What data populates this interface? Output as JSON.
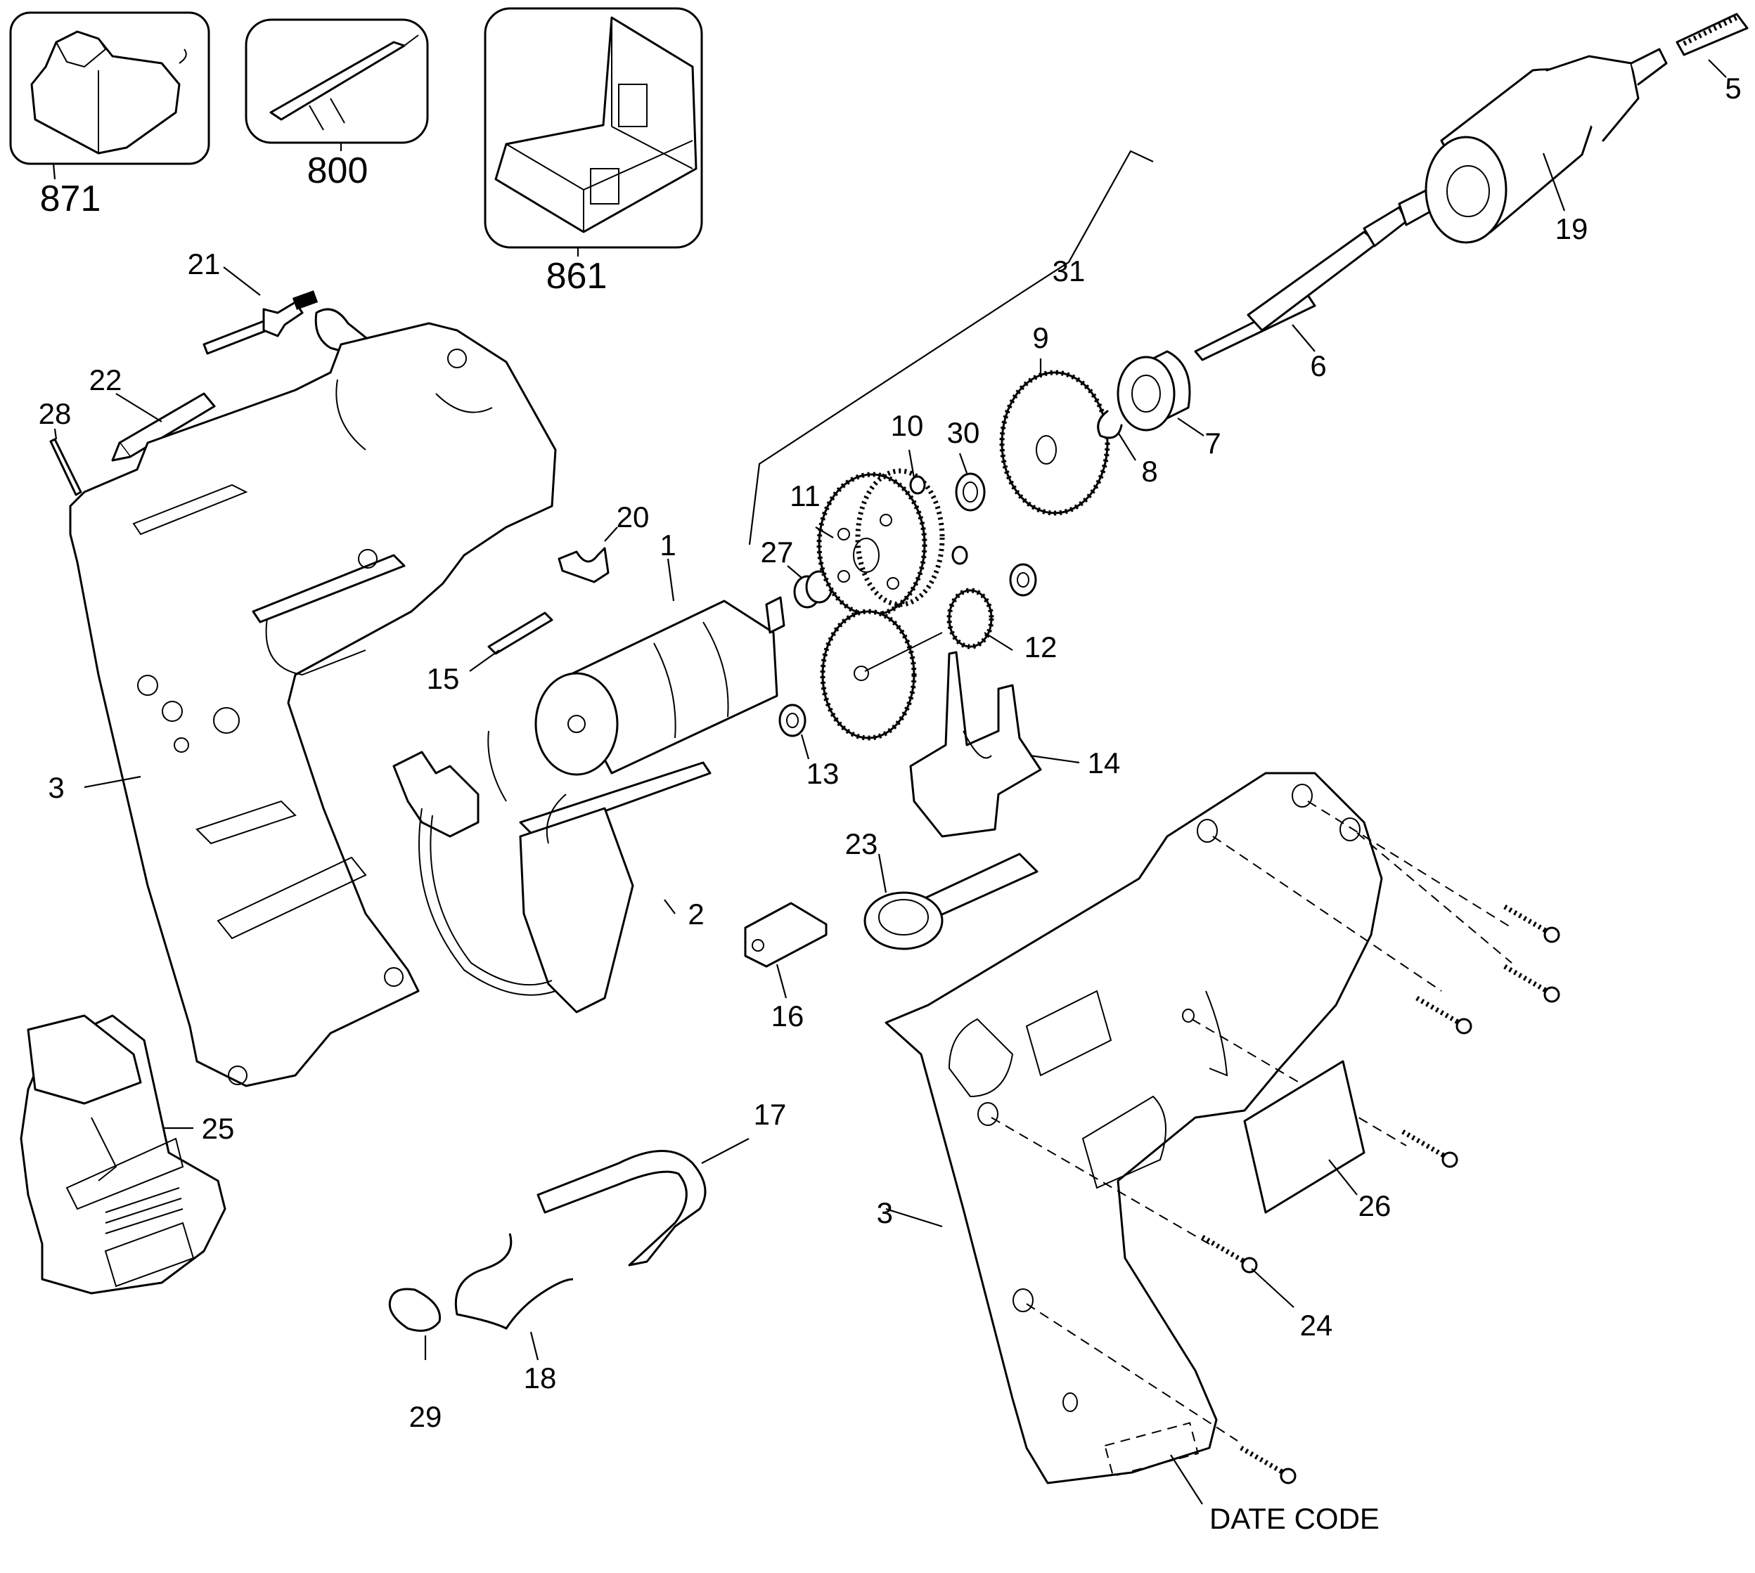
{
  "diagram": {
    "title": "Cordless drill exploded parts view",
    "accessory_labels": {
      "charger": "871",
      "cord": "800",
      "case": "861"
    },
    "part_labels": {
      "p1": "1",
      "p2": "2",
      "p3_left": "3",
      "p3_right": "3",
      "p5": "5",
      "p6": "6",
      "p7": "7",
      "p8": "8",
      "p9": "9",
      "p10": "10",
      "p11": "11",
      "p12": "12",
      "p13": "13",
      "p14": "14",
      "p15": "15",
      "p16": "16",
      "p17": "17",
      "p18": "18",
      "p19": "19",
      "p20": "20",
      "p21": "21",
      "p22": "22",
      "p23": "23",
      "p24": "24",
      "p25": "25",
      "p26": "26",
      "p27": "27",
      "p28": "28",
      "p29": "29",
      "p30": "30",
      "p31": "31"
    },
    "date_code_label": "DATE CODE"
  }
}
